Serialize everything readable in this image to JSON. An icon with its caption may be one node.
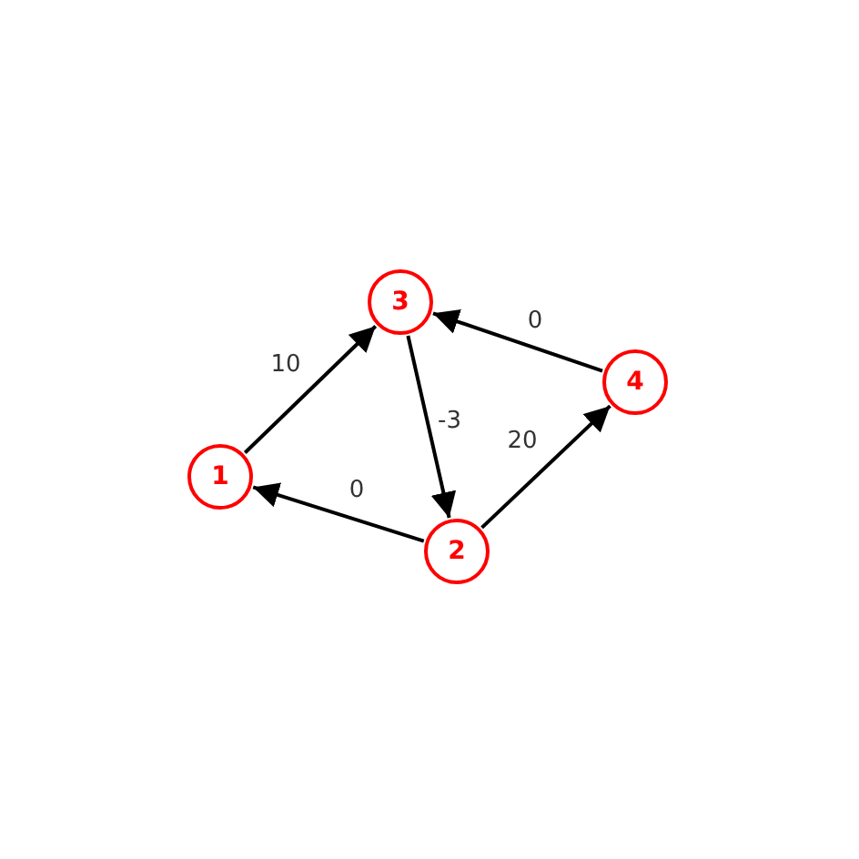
{
  "diagram": {
    "nodes": [
      {
        "text": [
          "1"
        ]
      },
      {
        "text": [
          "2"
        ]
      },
      {
        "text": [
          "3"
        ]
      },
      {
        "text": [
          "4"
        ]
      }
    ],
    "edges": [
      {
        "from": 0,
        "to": 2,
        "arrow": "to",
        "label": "10"
      },
      {
        "from": 2,
        "to": 1,
        "arrow": "to",
        "label": "-3"
      },
      {
        "from": 1,
        "to": 0,
        "arrow": "to",
        "label": "0"
      },
      {
        "from": 1,
        "to": 3,
        "arrow": "to",
        "label": "20"
      },
      {
        "from": 3,
        "to": 2,
        "arrow": "to",
        "label": "0"
      }
    ]
  }
}
